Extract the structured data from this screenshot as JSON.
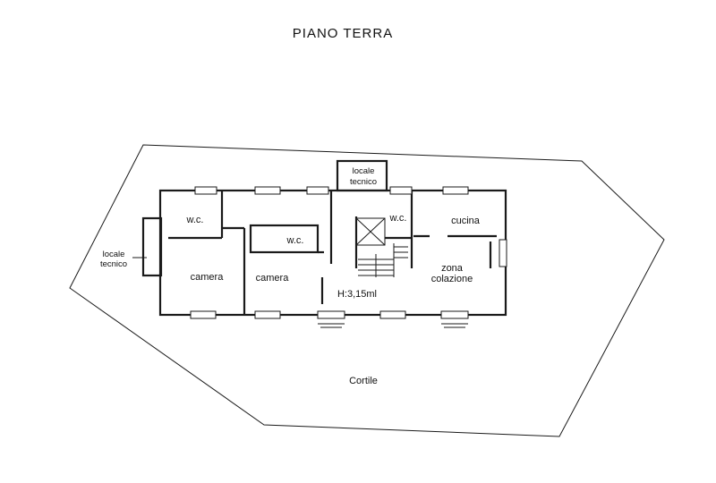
{
  "title": "PIANO TERRA",
  "labels": {
    "locale_tecnico_top_1": "locale",
    "locale_tecnico_top_2": "tecnico",
    "locale_tecnico_left_1": "locale",
    "locale_tecnico_left_2": "tecnico",
    "wc_1": "w.c.",
    "wc_2": "w.c.",
    "wc_3": "w.c.",
    "cucina": "cucina",
    "camera_1": "camera",
    "camera_2": "camera",
    "zona_1": "zona",
    "zona_2": "colazione",
    "height": "H:3,15ml",
    "cortile": "Cortile"
  }
}
